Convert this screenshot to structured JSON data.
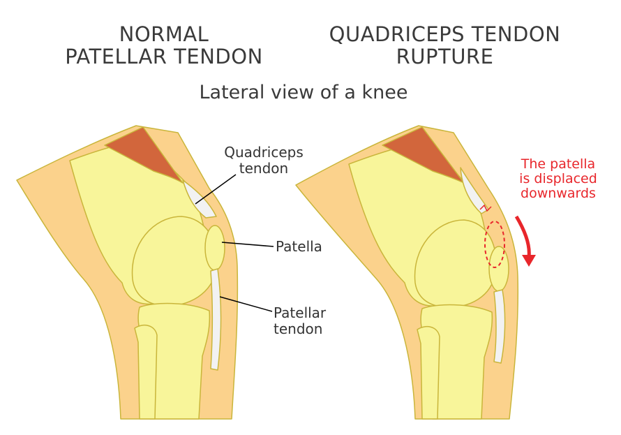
{
  "titles": {
    "left_line1": "NORMAL",
    "left_line2": "PATELLAR TENDON",
    "right_line1": "QUADRICEPS TENDON",
    "right_line2": "RUPTURE",
    "subtitle": "Lateral view of a knee"
  },
  "labels": {
    "quadriceps_line1": "Quadriceps",
    "quadriceps_line2": "tendon",
    "patella": "Patella",
    "patellar_tendon_line1": "Patellar",
    "patellar_tendon_line2": "tendon",
    "annotation_line1": "The patella",
    "annotation_line2": "is displaced",
    "annotation_line3": "downwards"
  },
  "colors": {
    "skin": "#fbd28c",
    "bone": "#f8f59a",
    "muscle": "#d2663c",
    "tendon": "#f2f2f2",
    "annotation": "#e8262b"
  }
}
